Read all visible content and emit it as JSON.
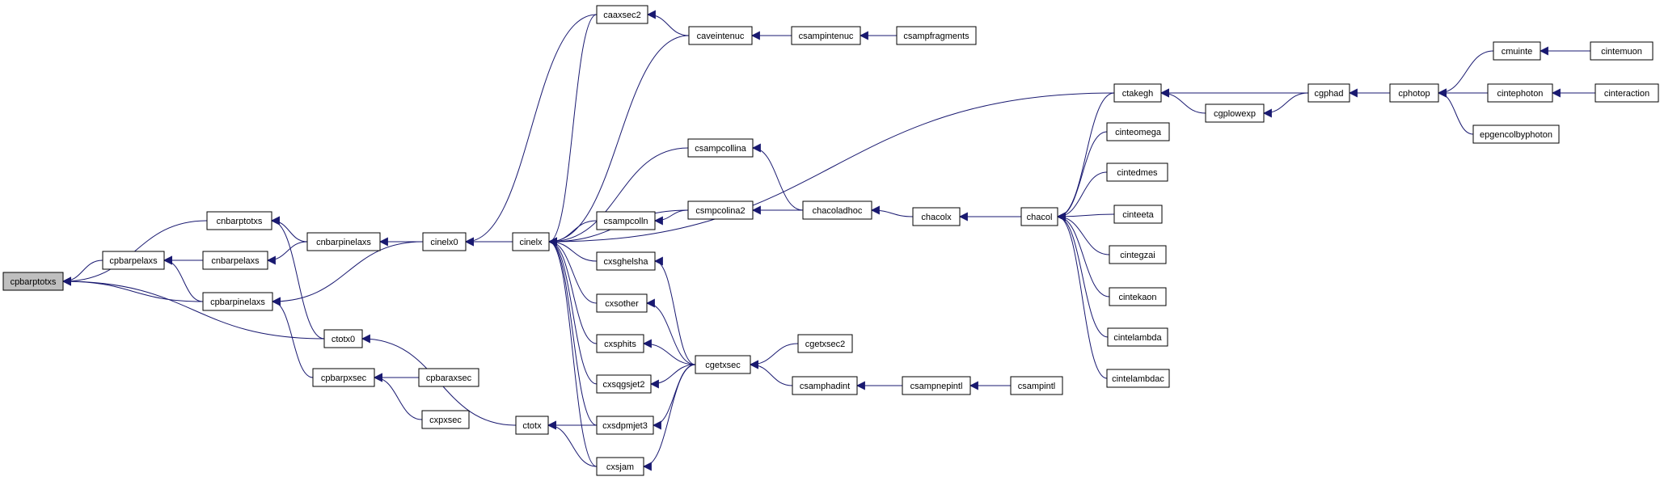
{
  "colors": {
    "edge": "#191970",
    "node_border": "#000000",
    "external_border": "#ff0000",
    "selected_fill": "#bfbfbf",
    "node_fill": "#ffffff"
  },
  "nodes": [
    {
      "id": "cpbarptotxs",
      "label": "cpbarptotxs",
      "style": "selected"
    },
    {
      "id": "cnbarptotxs",
      "label": "cnbarptotxs",
      "style": "normal"
    },
    {
      "id": "cpbarpelaxs",
      "label": "cpbarpelaxs",
      "style": "normal"
    },
    {
      "id": "cpbarpinelaxs",
      "label": "cpbarpinelaxs",
      "style": "normal"
    },
    {
      "id": "ctotx0",
      "label": "ctotx0",
      "style": "normal"
    },
    {
      "id": "cnbarpelaxs",
      "label": "cnbarpelaxs",
      "style": "normal"
    },
    {
      "id": "cnbarpinelaxs",
      "label": "cnbarpinelaxs",
      "style": "normal"
    },
    {
      "id": "cinelx0",
      "label": "cinelx0",
      "style": "normal"
    },
    {
      "id": "cpbarpxsec",
      "label": "cpbarpxsec",
      "style": "normal"
    },
    {
      "id": "cpbaraxsec",
      "label": "cpbaraxsec",
      "style": "normal"
    },
    {
      "id": "cxpxsec",
      "label": "cxpxsec",
      "style": "normal"
    },
    {
      "id": "ctotx",
      "label": "ctotx",
      "style": "normal"
    },
    {
      "id": "cinelx",
      "label": "cinelx",
      "style": "normal"
    },
    {
      "id": "caaxsec2",
      "label": "caaxsec2",
      "style": "normal"
    },
    {
      "id": "caveintenuc",
      "label": "caveintenuc",
      "style": "normal"
    },
    {
      "id": "csampintenuc",
      "label": "csampintenuc",
      "style": "normal"
    },
    {
      "id": "csampfragments",
      "label": "csampfragments",
      "style": "normal"
    },
    {
      "id": "csampcollina",
      "label": "csampcollina",
      "style": "normal"
    },
    {
      "id": "csampcolln",
      "label": "csampcolln",
      "style": "normal"
    },
    {
      "id": "csmpcolina2",
      "label": "csmpcolina2",
      "style": "normal"
    },
    {
      "id": "chacoladhoc",
      "label": "chacoladhoc",
      "style": "normal"
    },
    {
      "id": "chacolx",
      "label": "chacolx",
      "style": "normal"
    },
    {
      "id": "chacol",
      "label": "chacol",
      "style": "external"
    },
    {
      "id": "cxsghelsha",
      "label": "cxsghelsha",
      "style": "normal"
    },
    {
      "id": "cxsother",
      "label": "cxsother",
      "style": "normal"
    },
    {
      "id": "cxsphits",
      "label": "cxsphits",
      "style": "normal"
    },
    {
      "id": "cxsqgsjet2",
      "label": "cxsqgsjet2",
      "style": "normal"
    },
    {
      "id": "cxsdpmjet3",
      "label": "cxsdpmjet3",
      "style": "normal"
    },
    {
      "id": "cxsjam",
      "label": "cxsjam",
      "style": "normal"
    },
    {
      "id": "cgetxsec",
      "label": "cgetxsec",
      "style": "normal"
    },
    {
      "id": "cgetxsec2",
      "label": "cgetxsec2",
      "style": "normal"
    },
    {
      "id": "csamphadint",
      "label": "csamphadint",
      "style": "normal"
    },
    {
      "id": "csampnepintl",
      "label": "csampnepintl",
      "style": "normal"
    },
    {
      "id": "csampintl",
      "label": "csampintl",
      "style": "external"
    },
    {
      "id": "ctakegh",
      "label": "ctakegh",
      "style": "normal"
    },
    {
      "id": "cgplowexp",
      "label": "cgplowexp",
      "style": "normal"
    },
    {
      "id": "cgphad",
      "label": "cgphad",
      "style": "normal"
    },
    {
      "id": "cphotop",
      "label": "cphotop",
      "style": "normal"
    },
    {
      "id": "cmuinte",
      "label": "cmuinte",
      "style": "normal"
    },
    {
      "id": "cintemuon",
      "label": "cintemuon",
      "style": "external"
    },
    {
      "id": "cintephoton",
      "label": "cintephoton",
      "style": "normal"
    },
    {
      "id": "cinteraction",
      "label": "cinteraction",
      "style": "external"
    },
    {
      "id": "epgencolbyphoton",
      "label": "epgencolbyphoton",
      "style": "normal"
    },
    {
      "id": "cinteomega",
      "label": "cinteomega",
      "style": "external"
    },
    {
      "id": "cintedmes",
      "label": "cintedmes",
      "style": "external"
    },
    {
      "id": "cinteeta",
      "label": "cinteeta",
      "style": "external"
    },
    {
      "id": "cintegzai",
      "label": "cintegzai",
      "style": "external"
    },
    {
      "id": "cintekaon",
      "label": "cintekaon",
      "style": "external"
    },
    {
      "id": "cintelambda",
      "label": "cintelambda",
      "style": "external"
    },
    {
      "id": "cintelambdac",
      "label": "cintelambdac",
      "style": "external"
    }
  ],
  "edges": [
    {
      "from": "cnbarptotxs",
      "to": "cpbarptotxs"
    },
    {
      "from": "cpbarpelaxs",
      "to": "cpbarptotxs"
    },
    {
      "from": "cpbarpinelaxs",
      "to": "cpbarptotxs"
    },
    {
      "from": "ctotx0",
      "to": "cpbarptotxs"
    },
    {
      "from": "cnbarpelaxs",
      "to": "cpbarpelaxs"
    },
    {
      "from": "cnbarpinelaxs",
      "to": "cnbarptotxs"
    },
    {
      "from": "cpbarpinelaxs",
      "to": "cpbarpelaxs"
    },
    {
      "from": "ctotx0",
      "to": "cnbarptotxs"
    },
    {
      "from": "cnbarpinelaxs",
      "to": "cnbarpelaxs"
    },
    {
      "from": "cinelx0",
      "to": "cpbarpinelaxs"
    },
    {
      "from": "cpbarpxsec",
      "to": "cpbarpinelaxs"
    },
    {
      "from": "cinelx0",
      "to": "cnbarpinelaxs"
    },
    {
      "from": "cpbaraxsec",
      "to": "cpbarpxsec"
    },
    {
      "from": "cxpxsec",
      "to": "cpbarpxsec"
    },
    {
      "from": "ctotx",
      "to": "ctotx0"
    },
    {
      "from": "cinelx",
      "to": "cinelx0"
    },
    {
      "from": "caaxsec2",
      "to": "cinelx0"
    },
    {
      "from": "caaxsec2",
      "to": "cinelx"
    },
    {
      "from": "caveintenuc",
      "to": "cinelx"
    },
    {
      "from": "caveintenuc",
      "to": "caaxsec2"
    },
    {
      "from": "csampintenuc",
      "to": "caveintenuc"
    },
    {
      "from": "csampfragments",
      "to": "csampintenuc"
    },
    {
      "from": "ctakegh",
      "to": "cinelx"
    },
    {
      "from": "csampcollina",
      "to": "cinelx"
    },
    {
      "from": "csmpcolina2",
      "to": "cinelx"
    },
    {
      "from": "csampcolln",
      "to": "cinelx"
    },
    {
      "from": "cxsghelsha",
      "to": "cinelx"
    },
    {
      "from": "cxsother",
      "to": "cinelx"
    },
    {
      "from": "cxsphits",
      "to": "cinelx"
    },
    {
      "from": "cxsqgsjet2",
      "to": "cinelx"
    },
    {
      "from": "cxsdpmjet3",
      "to": "cinelx"
    },
    {
      "from": "cxsjam",
      "to": "cinelx"
    },
    {
      "from": "csmpcolina2",
      "to": "csampcolln"
    },
    {
      "from": "chacoladhoc",
      "to": "csampcollina"
    },
    {
      "from": "chacoladhoc",
      "to": "csmpcolina2"
    },
    {
      "from": "chacolx",
      "to": "chacoladhoc"
    },
    {
      "from": "chacol",
      "to": "chacolx"
    },
    {
      "from": "cgetxsec",
      "to": "cxsghelsha"
    },
    {
      "from": "cgetxsec",
      "to": "cxsother"
    },
    {
      "from": "cgetxsec",
      "to": "cxsphits"
    },
    {
      "from": "cgetxsec",
      "to": "cxsqgsjet2"
    },
    {
      "from": "cgetxsec",
      "to": "cxsdpmjet3"
    },
    {
      "from": "cgetxsec",
      "to": "cxsjam"
    },
    {
      "from": "cxsdpmjet3",
      "to": "ctotx"
    },
    {
      "from": "cxsjam",
      "to": "ctotx"
    },
    {
      "from": "cgetxsec2",
      "to": "cgetxsec"
    },
    {
      "from": "csamphadint",
      "to": "cgetxsec"
    },
    {
      "from": "csampnepintl",
      "to": "csamphadint"
    },
    {
      "from": "csampintl",
      "to": "csampnepintl"
    },
    {
      "from": "cgplowexp",
      "to": "ctakegh"
    },
    {
      "from": "cgphad",
      "to": "ctakegh"
    },
    {
      "from": "cgphad",
      "to": "cgplowexp"
    },
    {
      "from": "cphotop",
      "to": "cgphad"
    },
    {
      "from": "cmuinte",
      "to": "cphotop"
    },
    {
      "from": "cintephoton",
      "to": "cphotop"
    },
    {
      "from": "epgencolbyphoton",
      "to": "cphotop"
    },
    {
      "from": "cintemuon",
      "to": "cmuinte"
    },
    {
      "from": "cinteraction",
      "to": "cintephoton"
    },
    {
      "from": "ctakegh",
      "to": "chacol"
    },
    {
      "from": "cinteomega",
      "to": "chacol"
    },
    {
      "from": "cintedmes",
      "to": "chacol"
    },
    {
      "from": "cinteeta",
      "to": "chacol"
    },
    {
      "from": "cintegzai",
      "to": "chacol"
    },
    {
      "from": "cintekaon",
      "to": "chacol"
    },
    {
      "from": "cintelambda",
      "to": "chacol"
    },
    {
      "from": "cintelambdac",
      "to": "chacol"
    }
  ]
}
